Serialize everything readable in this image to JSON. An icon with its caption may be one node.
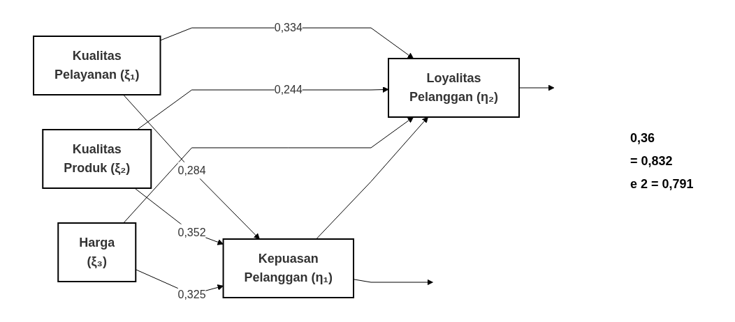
{
  "diagram": {
    "nodes": [
      {
        "text": [
          "Kualitas",
          "Pelayanan (ξ₁)"
        ]
      },
      {
        "text": [
          "Kualitas",
          "Produk (ξ₂)"
        ]
      },
      {
        "text": [
          "Harga",
          "(ξ₃)"
        ]
      },
      {
        "text": [
          "Kepuasan",
          "Pelanggan (η₁)"
        ]
      },
      {
        "text": [
          "Loyalitas",
          "Pelanggan (η₂)"
        ]
      }
    ],
    "edges": [
      {
        "from": 0,
        "to": 3,
        "arrow": "to",
        "label": "0,284"
      },
      {
        "from": 0,
        "to": 4,
        "arrow": "to",
        "label": "0,334"
      },
      {
        "from": 1,
        "to": 3,
        "arrow": "to",
        "label": "0,352"
      },
      {
        "from": 1,
        "to": 4,
        "arrow": "to",
        "label": "0,244"
      },
      {
        "from": 2,
        "to": 3,
        "arrow": "to",
        "label": "0,325"
      },
      {
        "from": 2,
        "to": 4,
        "arrow": "to"
      },
      {
        "from": 3,
        "to": 4,
        "arrow": "to"
      },
      {
        "from": 4,
        "to": null,
        "arrow": "to"
      },
      {
        "from": 3,
        "to": null,
        "arrow": "to"
      }
    ],
    "labels": [
      "0,36",
      "= 0,832",
      "e 2 = 0,791"
    ]
  }
}
